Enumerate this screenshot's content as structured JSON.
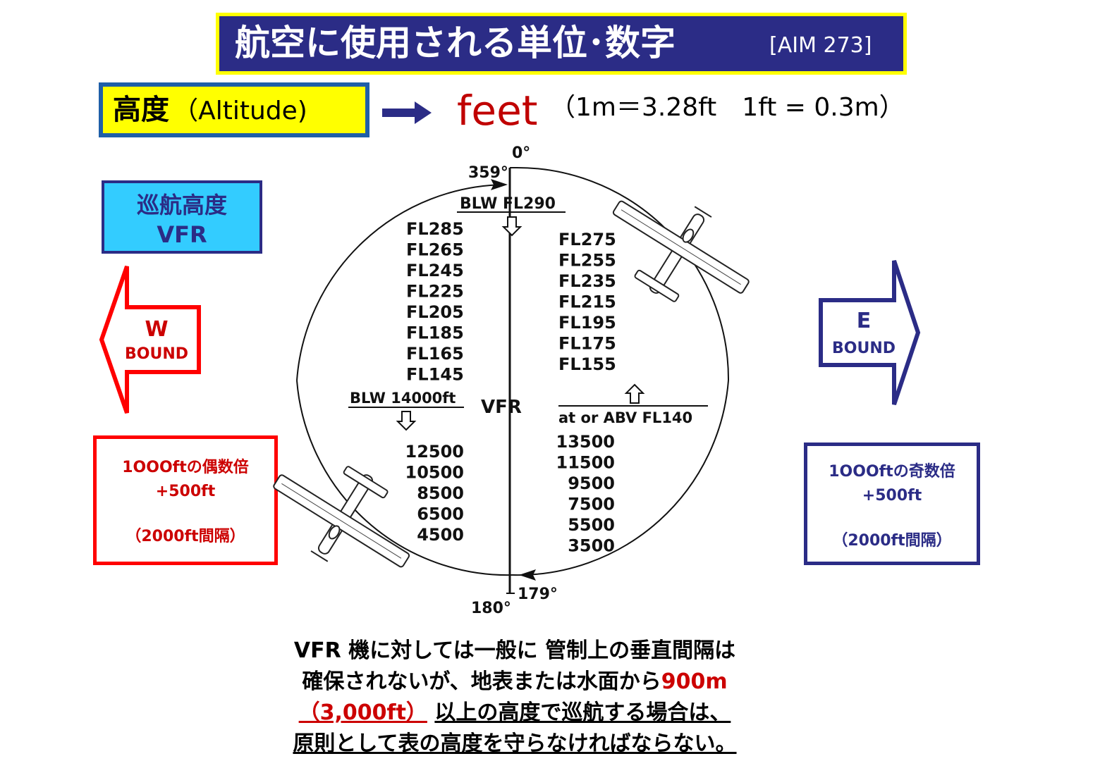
{
  "title": {
    "main": "航空に使用される単位･数字",
    "ref": "[AIM 273]"
  },
  "altitude": {
    "label_kanji": "高度",
    "label_en": "（Altitude)",
    "unit": "feet",
    "conversion": "（1m＝3.28ft　1ft = 0.3m）"
  },
  "cruise_box": {
    "line1": "巡航高度",
    "line2": "VFR"
  },
  "west": {
    "direction": "W",
    "bound": "BOUND",
    "rule_line1": "1OOOftの偶数倍",
    "rule_line2": "+500ft",
    "rule_line3": "（2000ft間隔）"
  },
  "east": {
    "direction": "E",
    "bound": "BOUND",
    "rule_line1": "1OOOftの奇数倍",
    "rule_line2": "+500ft",
    "rule_line3": "（2000ft間隔）"
  },
  "diagram": {
    "heading_0": "0°",
    "heading_359": "359°",
    "heading_179": "179°",
    "heading_180": "180°",
    "blw_fl290": "BLW FL290",
    "blw_14000": "BLW 14000ft",
    "abv_fl140": "at or ABV FL140",
    "center_label": "VFR",
    "west_high": [
      "FL285",
      "FL265",
      "FL245",
      "FL225",
      "FL205",
      "FL185",
      "FL165",
      "FL145"
    ],
    "east_high": [
      "FL275",
      "FL255",
      "FL235",
      "FL215",
      "FL195",
      "FL175",
      "FL155"
    ],
    "west_low": [
      "12500",
      "10500",
      "8500",
      "6500",
      "4500"
    ],
    "east_low": [
      "13500",
      "11500",
      "9500",
      "7500",
      "5500",
      "3500"
    ]
  },
  "note": {
    "line1": "VFR 機に対しては一般に 管制上の垂直間隔は",
    "line2_a": "確保されないが、地表または水面から",
    "line2_b": "900m",
    "line3_a": "（3,000ft）",
    "line3_b": "以上の高度で巡航する場合は、",
    "line4": "原則として表の高度を守らなければならない。"
  },
  "colors": {
    "navy": "#2b2c86",
    "yellow": "#ffff00",
    "red": "#ff0000",
    "cyan": "#33ccff"
  }
}
